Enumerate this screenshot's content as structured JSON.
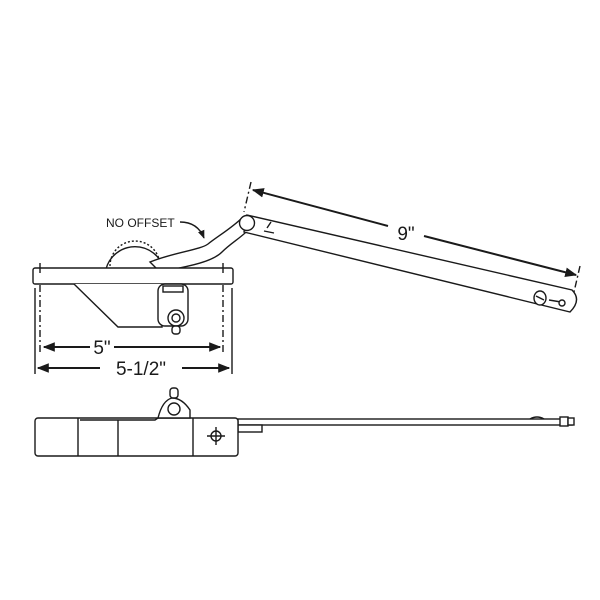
{
  "labels": {
    "no_offset": "NO OFFSET",
    "arm_length": "9\"",
    "base_hole_spacing": "5\"",
    "base_length": "5-1/2\""
  },
  "colors": {
    "line": "#1a1a1a",
    "background": "#ffffff"
  }
}
